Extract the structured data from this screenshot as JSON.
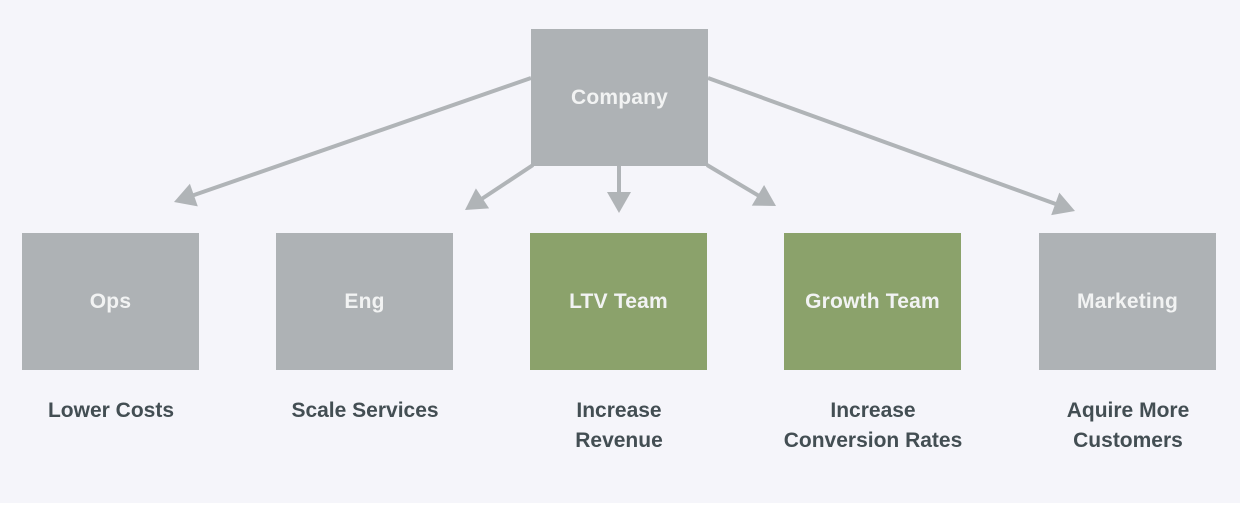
{
  "diagram": {
    "colors": {
      "background": "#f5f5fa",
      "node_gray": "#aeb2b5",
      "node_green": "#8ba26b",
      "node_text": "#f2f3f3",
      "label_text": "#434e53",
      "arrow": "#b0b4b7"
    },
    "root": {
      "label": "Company",
      "style": "gray"
    },
    "children": [
      {
        "label": "Ops",
        "style": "gray",
        "goal": "Lower Costs"
      },
      {
        "label": "Eng",
        "style": "gray",
        "goal": "Scale Services"
      },
      {
        "label": "LTV Team",
        "style": "green",
        "goal": "Increase\nRevenue"
      },
      {
        "label": "Growth Team",
        "style": "green",
        "goal": "Increase\nConversion Rates"
      },
      {
        "label": "Marketing",
        "style": "gray",
        "goal": "Aquire More\nCustomers"
      }
    ],
    "edges": [
      {
        "from": "Company",
        "to": "Ops"
      },
      {
        "from": "Company",
        "to": "Eng"
      },
      {
        "from": "Company",
        "to": "LTV Team"
      },
      {
        "from": "Company",
        "to": "Growth Team"
      },
      {
        "from": "Company",
        "to": "Marketing"
      }
    ]
  }
}
